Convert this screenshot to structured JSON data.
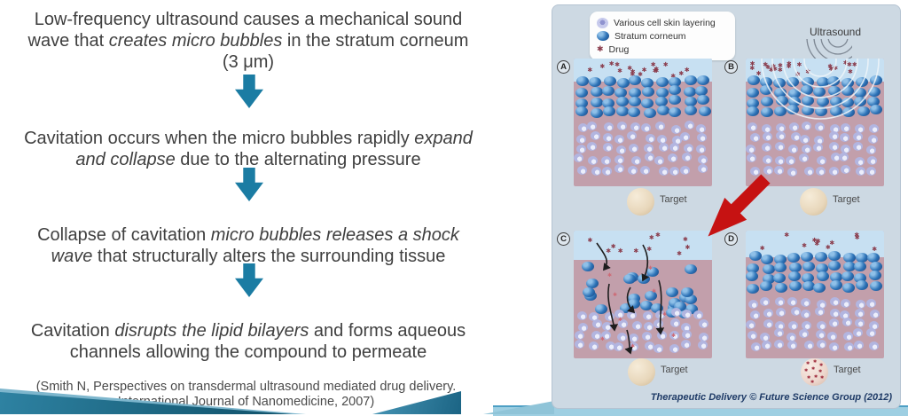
{
  "slide": {
    "steps": [
      {
        "segments": [
          {
            "t": "Low-frequency ultrasound causes a mechanical sound\nwave that ",
            "i": false
          },
          {
            "t": "creates micro bubbles",
            "i": true
          },
          {
            "t": " in the stratum corneum\n(3 μm)",
            "i": false
          }
        ]
      },
      {
        "segments": [
          {
            "t": "Cavitation occurs when the micro bubbles rapidly ",
            "i": false
          },
          {
            "t": "expand\nand collapse",
            "i": true
          },
          {
            "t": " due to the alternating pressure",
            "i": false
          }
        ]
      },
      {
        "segments": [
          {
            "t": "Collapse of cavitation ",
            "i": false
          },
          {
            "t": "micro bubbles releases a shock\nwave",
            "i": true
          },
          {
            "t": " that structurally alters the surrounding tissue",
            "i": false
          }
        ]
      },
      {
        "segments": [
          {
            "t": "Cavitation ",
            "i": false
          },
          {
            "t": "disrupts the lipid bilayers",
            "i": true
          },
          {
            "t": " and forms aqueous\nchannels allowing the compound to permeate",
            "i": false
          }
        ]
      }
    ],
    "citation": "(Smith N, Perspectives on transdermal ultrasound mediated drug delivery.\nInternational Journal of Nanomedicine, 2007)",
    "accent_color": "#1b7ca3",
    "text_color": "#3f3f3f"
  },
  "figure": {
    "legend": {
      "items": [
        {
          "icon": "cell-icon",
          "label": "Various cell skin layering"
        },
        {
          "icon": "stratum-icon",
          "label": "Stratum corneum"
        },
        {
          "icon": "drug-star-icon",
          "label": "Drug"
        }
      ]
    },
    "ultrasound_label": "Ultrasound",
    "panels": [
      {
        "label": "A",
        "type": "intact",
        "sky": 26,
        "stars": 18,
        "seed": 11,
        "target_label": "Target",
        "target_has_drug": false
      },
      {
        "label": "B",
        "type": "sonicated",
        "sky": 26,
        "stars": 22,
        "seed": 22,
        "target_label": "Target",
        "target_has_drug": false
      },
      {
        "label": "C",
        "type": "permeating",
        "sky": 33,
        "stars": 11,
        "seed": 33,
        "target_label": "Target",
        "target_has_drug": false
      },
      {
        "label": "D",
        "type": "recovered",
        "sky": 30,
        "stars": 11,
        "seed": 44,
        "target_label": "Target",
        "target_has_drug": true
      }
    ],
    "credit": "Therapeutic Delivery © Future Science Group (2012)",
    "colors": {
      "card_bg": "#cdd9e3",
      "sky": "#c7e0f2",
      "tissue": "#c29fab",
      "blob": "#2e74b8",
      "blob_hi": "#8fc0e8",
      "blob_dk": "#16417c",
      "cell": "#b2b5e0",
      "cell_hi": "#eceefb",
      "cell_dk": "#8f93c9",
      "drug_star": "#8a3c4c",
      "drug_star_light": "#cd6b76",
      "target": "#e8d7bb",
      "arc_white": "#eef4f9",
      "red_arrow": "#c61212"
    }
  }
}
